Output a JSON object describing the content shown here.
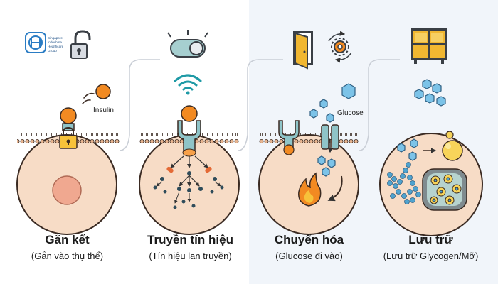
{
  "logo": {
    "lines": [
      "Singapore",
      "Indochina",
      "Healthcare",
      "Group"
    ]
  },
  "annotations": {
    "insulin": "Insulin",
    "glucose": "Glucose"
  },
  "stages": [
    {
      "title": "Gắn kết",
      "subtitle": "(Gắn vào thụ thể)"
    },
    {
      "title": "Truyền tín hiệu",
      "subtitle": "(Tín hiệu lan truyền)"
    },
    {
      "title": "Chuyển hóa",
      "subtitle": "(Glucose đi vào)"
    },
    {
      "title": "Lưu trữ",
      "subtitle": "(Lưu trữ Glycogen/Mỡ)"
    }
  ],
  "icons": [
    "unlock-icon",
    "toggle-switch-icon",
    "wifi-signal-icon",
    "open-door-icon",
    "gear-icon",
    "storage-cabinet-icon"
  ],
  "colors": {
    "cell_fill": "#f7dcc6",
    "cell_outline": "#3a2a22",
    "nucleus": "#f0a890",
    "insulin": "#f28a22",
    "receptor": "#8fc4c8",
    "glucose": "#7cc3e8",
    "lock": "#f7c23a",
    "panel_right": "#f1f5fa"
  }
}
